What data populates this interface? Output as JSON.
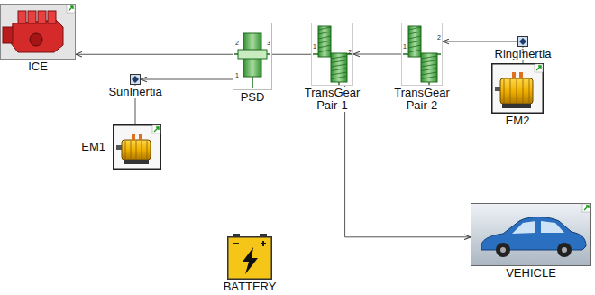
{
  "diagram": {
    "nodes": [
      {
        "text": [
          "ICE"
        ]
      },
      {
        "text": [
          "PSD"
        ]
      },
      {
        "text": [
          "TransGear Pair-1"
        ]
      },
      {
        "text": [
          "TransGear Pair-2"
        ]
      },
      {
        "text": [
          "RingInertia"
        ]
      },
      {
        "text": [
          "SunInertia"
        ]
      },
      {
        "text": [
          "EM2"
        ]
      },
      {
        "text": [
          "EM1"
        ]
      },
      {
        "text": [
          "BATTERY"
        ]
      },
      {
        "text": [
          "VEHICLE"
        ]
      }
    ],
    "edges": [
      {
        "from": 1,
        "to": 0,
        "arrow": "to"
      },
      {
        "from": 1,
        "to": 5,
        "arrow": "to"
      },
      {
        "from": 5,
        "to": 7,
        "arrow": "none"
      },
      {
        "from": 1,
        "to": 2,
        "arrow": "none"
      },
      {
        "from": 3,
        "to": 2,
        "arrow": "to"
      },
      {
        "from": 4,
        "to": 3,
        "arrow": "to"
      },
      {
        "from": 4,
        "to": 6,
        "arrow": "none"
      },
      {
        "from": 2,
        "to": 9,
        "arrow": "to"
      }
    ],
    "labels": [
      "2",
      "3",
      "1",
      "1",
      "2",
      "1",
      "2",
      "1"
    ]
  }
}
